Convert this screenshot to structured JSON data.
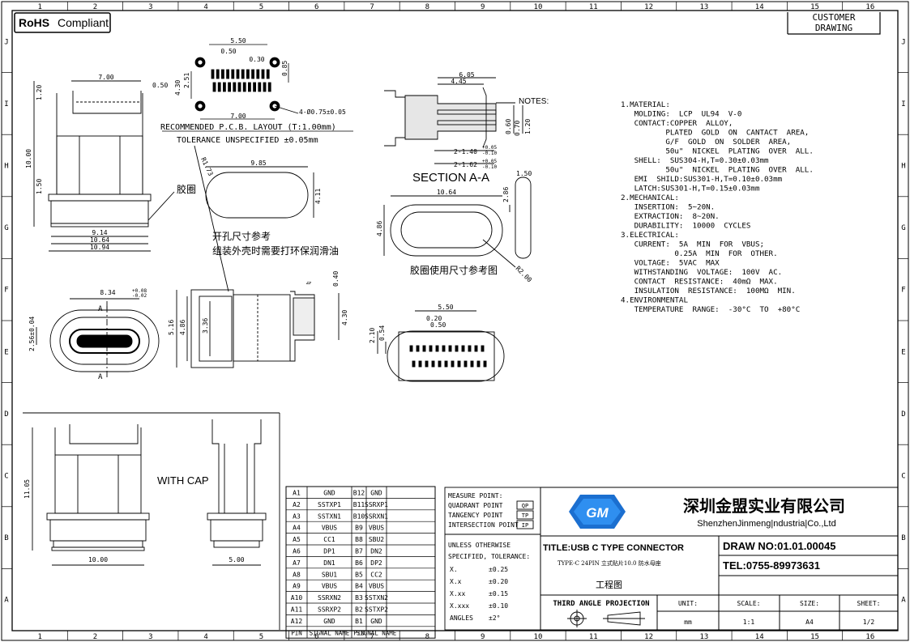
{
  "header": {
    "rohs": [
      "RoHS",
      "Compliant"
    ],
    "customer_drawing": [
      "CUSTOMER",
      "DRAWING"
    ]
  },
  "grid": {
    "columns": [
      "1",
      "2",
      "3",
      "4",
      "5",
      "6",
      "7",
      "8",
      "9",
      "10",
      "11",
      "12",
      "13",
      "14",
      "15",
      "16"
    ],
    "rows": [
      "J",
      "I",
      "H",
      "G",
      "F",
      "E",
      "D",
      "C",
      "B",
      "A"
    ]
  },
  "pcb": {
    "dims": [
      "5.50",
      "0.50",
      "0.30",
      "2.51",
      "4.30",
      "0.85",
      "7.00",
      "4-Ø0.75±0.05"
    ],
    "title": "RECOMMENDED  P.C.B. LAYOUT (T:1.00mm)",
    "tolerance": "TOLERANCE  UNSPECIFIED  ±0.05mm"
  },
  "front": {
    "dims": [
      "7.00",
      "0.50",
      "1.20",
      "10.00",
      "1.50",
      "9.14",
      "10.64",
      "10.94"
    ],
    "gasket_label": "胶圈"
  },
  "cutout": {
    "dims": [
      "9.85",
      "R1.73",
      "4.11"
    ],
    "note_lines": [
      "开孔尺寸参考",
      "组装外壳时需要打环保润滑油"
    ]
  },
  "section": {
    "dims": [
      "6.05",
      "4.45",
      "0.60",
      "0.70",
      "1.20",
      "2-1.40",
      "+0.05",
      "-0.10",
      "2-1.62",
      "+0.05",
      "-0.10"
    ],
    "notes_label": "NOTES:",
    "title": "SECTION  A-A"
  },
  "gasket": {
    "dims": [
      "10.64",
      "2.86",
      "4.86",
      "1.50",
      "R2.00"
    ],
    "label": "胶圈使用尺寸参考图"
  },
  "top_view": {
    "dims": [
      "8.34",
      "+0.08",
      "-0.02",
      "2.56±0.04"
    ],
    "cut_marks": [
      "A",
      "A"
    ]
  },
  "side_view": {
    "dims": [
      "5.16",
      "4.86",
      "3.36",
      "4.30",
      "0.40"
    ],
    "flatness_symbol": "▱"
  },
  "bottom_view": {
    "dims": [
      "5.50",
      "0.20",
      "0.50",
      "2.10",
      "0.54"
    ]
  },
  "cap_view": {
    "dims": [
      "11.05",
      "10.00",
      "5.00"
    ],
    "label": "WITH CAP"
  },
  "notes": [
    "1.MATERIAL:",
    "   MOLDING:  LCP  UL94  V-0",
    "   CONTACT:COPPER  ALLOY,",
    "          PLATED  GOLD  ON  CANTACT  AREA,",
    "          G/F  GOLD  ON  SOLDER  AREA,",
    "          50u\"  NICKEL  PLATING  OVER  ALL.",
    "   SHELL:  SUS304-H,T=0.30±0.03mm",
    "          50u\"  NICKEL  PLATING  OVER  ALL.",
    "   EMI  SHILD:SUS301-H,T=0.10±0.03mm",
    "   LATCH:SUS301-H,T=0.15±0.03mm",
    "2.MECHANICAL:",
    "   INSERTION:  5~20N.",
    "   EXTRACTION:  8~20N.",
    "   DURABILITY:  10000  CYCLES",
    "3.ELECTRICAL:",
    "   CURRENT:  5A  MIN  FOR  VBUS;",
    "            0.25A  MIN  FOR  OTHER.",
    "   VOLTAGE:  5VAC  MAX",
    "   WITHSTANDING  VOLTAGE:  100V  AC.",
    "   CONTACT  RESISTANCE:  40mΩ  MAX.",
    "   INSULATION  RESISTANCE:  100MΩ  MIN.",
    "4.ENVIRONMENTAL",
    "   TEMPERATURE  RANGE:  -30°C  TO  +80°C"
  ],
  "pins": {
    "rows": [
      [
        "A1",
        "GND",
        "B12",
        "GND"
      ],
      [
        "A2",
        "SSTXP1",
        "B11",
        "SSRXP1"
      ],
      [
        "A3",
        "SSTXN1",
        "B10",
        "SSRXN1"
      ],
      [
        "A4",
        "VBUS",
        "B9",
        "VBUS"
      ],
      [
        "A5",
        "CC1",
        "B8",
        "SBU2"
      ],
      [
        "A6",
        "DP1",
        "B7",
        "DN2"
      ],
      [
        "A7",
        "DN1",
        "B6",
        "DP2"
      ],
      [
        "A8",
        "SBU1",
        "B5",
        "CC2"
      ],
      [
        "A9",
        "VBUS",
        "B4",
        "VBUS"
      ],
      [
        "A10",
        "SSRXN2",
        "B3",
        "SSTXN2"
      ],
      [
        "A11",
        "SSRXP2",
        "B2",
        "SSTXP2"
      ],
      [
        "A12",
        "GND",
        "B1",
        "GND"
      ]
    ],
    "footer": [
      "PIN",
      "SIGNAL NAME",
      "PIN",
      "SIGNAL NAME"
    ]
  },
  "measure": {
    "lines": [
      "MEASURE POINT:",
      "QUADRANT POINT",
      "TANGENCY POINT",
      "INTERSECTION POINT"
    ],
    "badges": [
      "QP",
      "TP",
      "IP"
    ]
  },
  "tolerance": {
    "lines": [
      "UNLESS OTHERWISE",
      "SPECIFIED, TOLERANCE:"
    ],
    "rows": [
      [
        "X.",
        "±0.25"
      ],
      [
        "X.x",
        "±0.20"
      ],
      [
        "X.xx",
        "±0.15"
      ],
      [
        "X.xxx",
        "±0.10"
      ],
      [
        "ANGLES",
        "±2°"
      ]
    ]
  },
  "company": {
    "logo": "GM",
    "name_cn": "深圳金盟实业有限公司",
    "name_en": "ShenzhenJinmeng|ndustria|Co.,Ltd"
  },
  "title_block": {
    "title": "TITLE:USB C TYPE CONNECTOR",
    "subtitle": "TYPE-C 24PIN 立式贴片10.0 防水母座",
    "drawing_type": "工程图",
    "draw_no": "DRAW NO:01.01.00045",
    "tel": "TEL:0755-89973631",
    "projection": "THIRD ANGLE PROJECTION",
    "headers": [
      "UNIT:",
      "SCALE:",
      "SIZE:",
      "SHEET:"
    ],
    "values": [
      "mm",
      "1:1",
      "A4",
      "1/2"
    ]
  }
}
